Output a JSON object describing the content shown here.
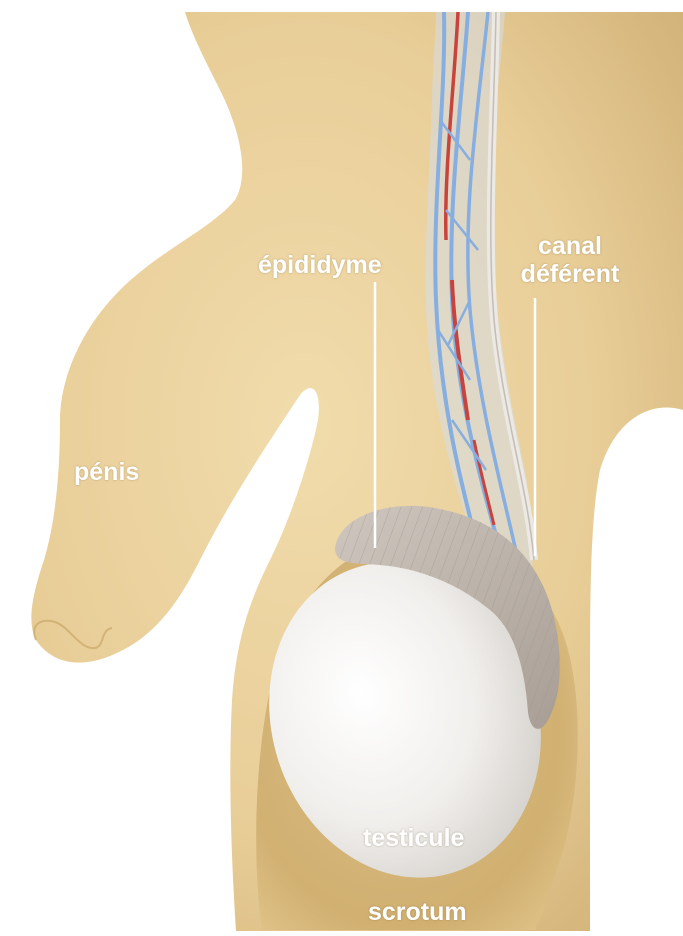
{
  "labels": {
    "epididymis": "épididyme",
    "vas_line1": "canal",
    "vas_line2": "déférent",
    "penis": "pénis",
    "testicle": "testicule",
    "scrotum": "scrotum"
  },
  "colors": {
    "skin": "#e8cd97",
    "skin_shadow": "#c9a868",
    "testicle": "#eeecea",
    "epididymis": "#c2b9b1",
    "vein": "#86aee0",
    "artery": "#c8433b",
    "label": "#ffffff"
  }
}
